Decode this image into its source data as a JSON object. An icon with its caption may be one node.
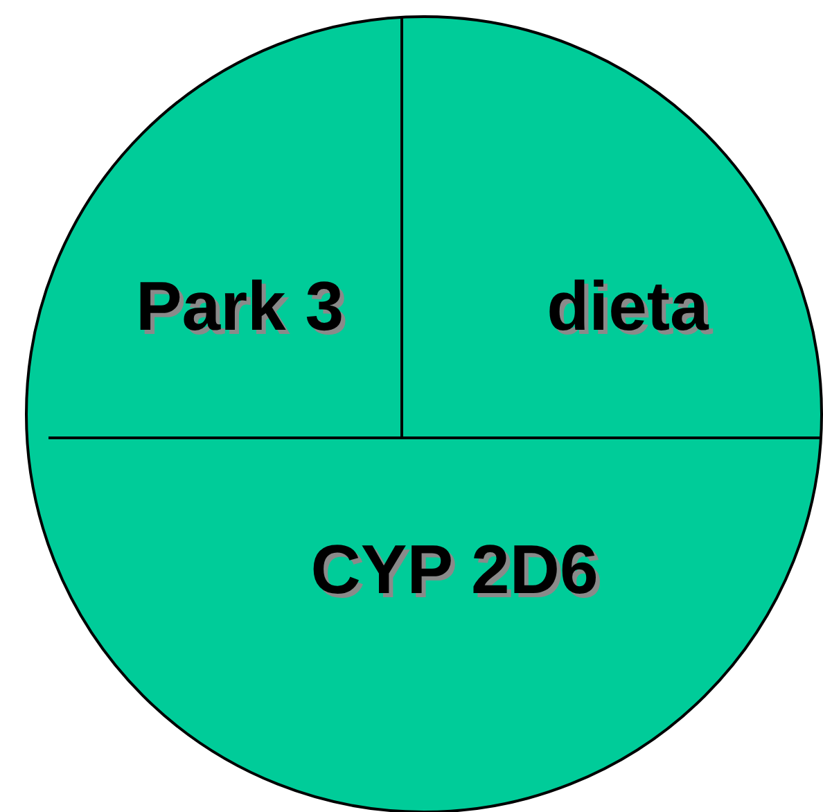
{
  "diagram": {
    "nodes": [
      {
        "text": [],
        "shape": "circle"
      },
      {
        "text": [
          "Park 3"
        ],
        "in": 0
      },
      {
        "text": [
          "dieta"
        ],
        "in": 0
      },
      {
        "text": [
          "CYP 2D6"
        ],
        "in": 0
      }
    ]
  }
}
